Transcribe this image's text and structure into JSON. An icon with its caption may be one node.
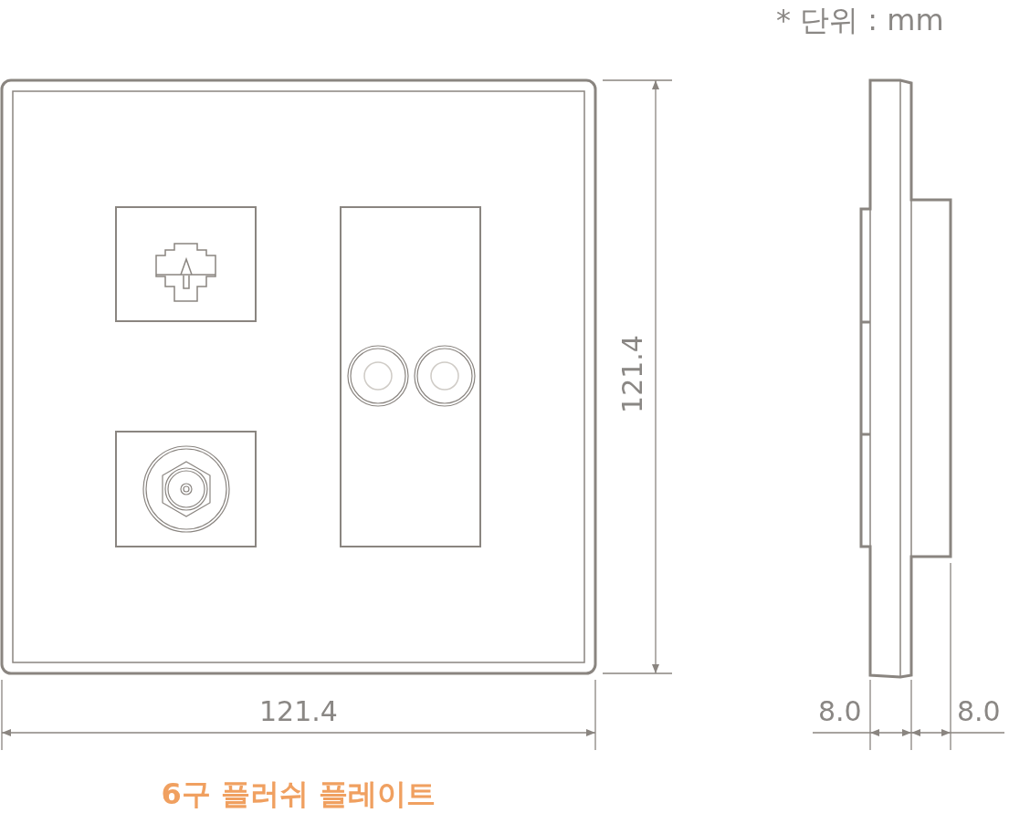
{
  "diagram": {
    "caption": "6구 플러쉬 플레이트",
    "labels": [
      "* 단위 : mm",
      "121.4",
      "121.4",
      "8.0",
      "8.0"
    ]
  }
}
